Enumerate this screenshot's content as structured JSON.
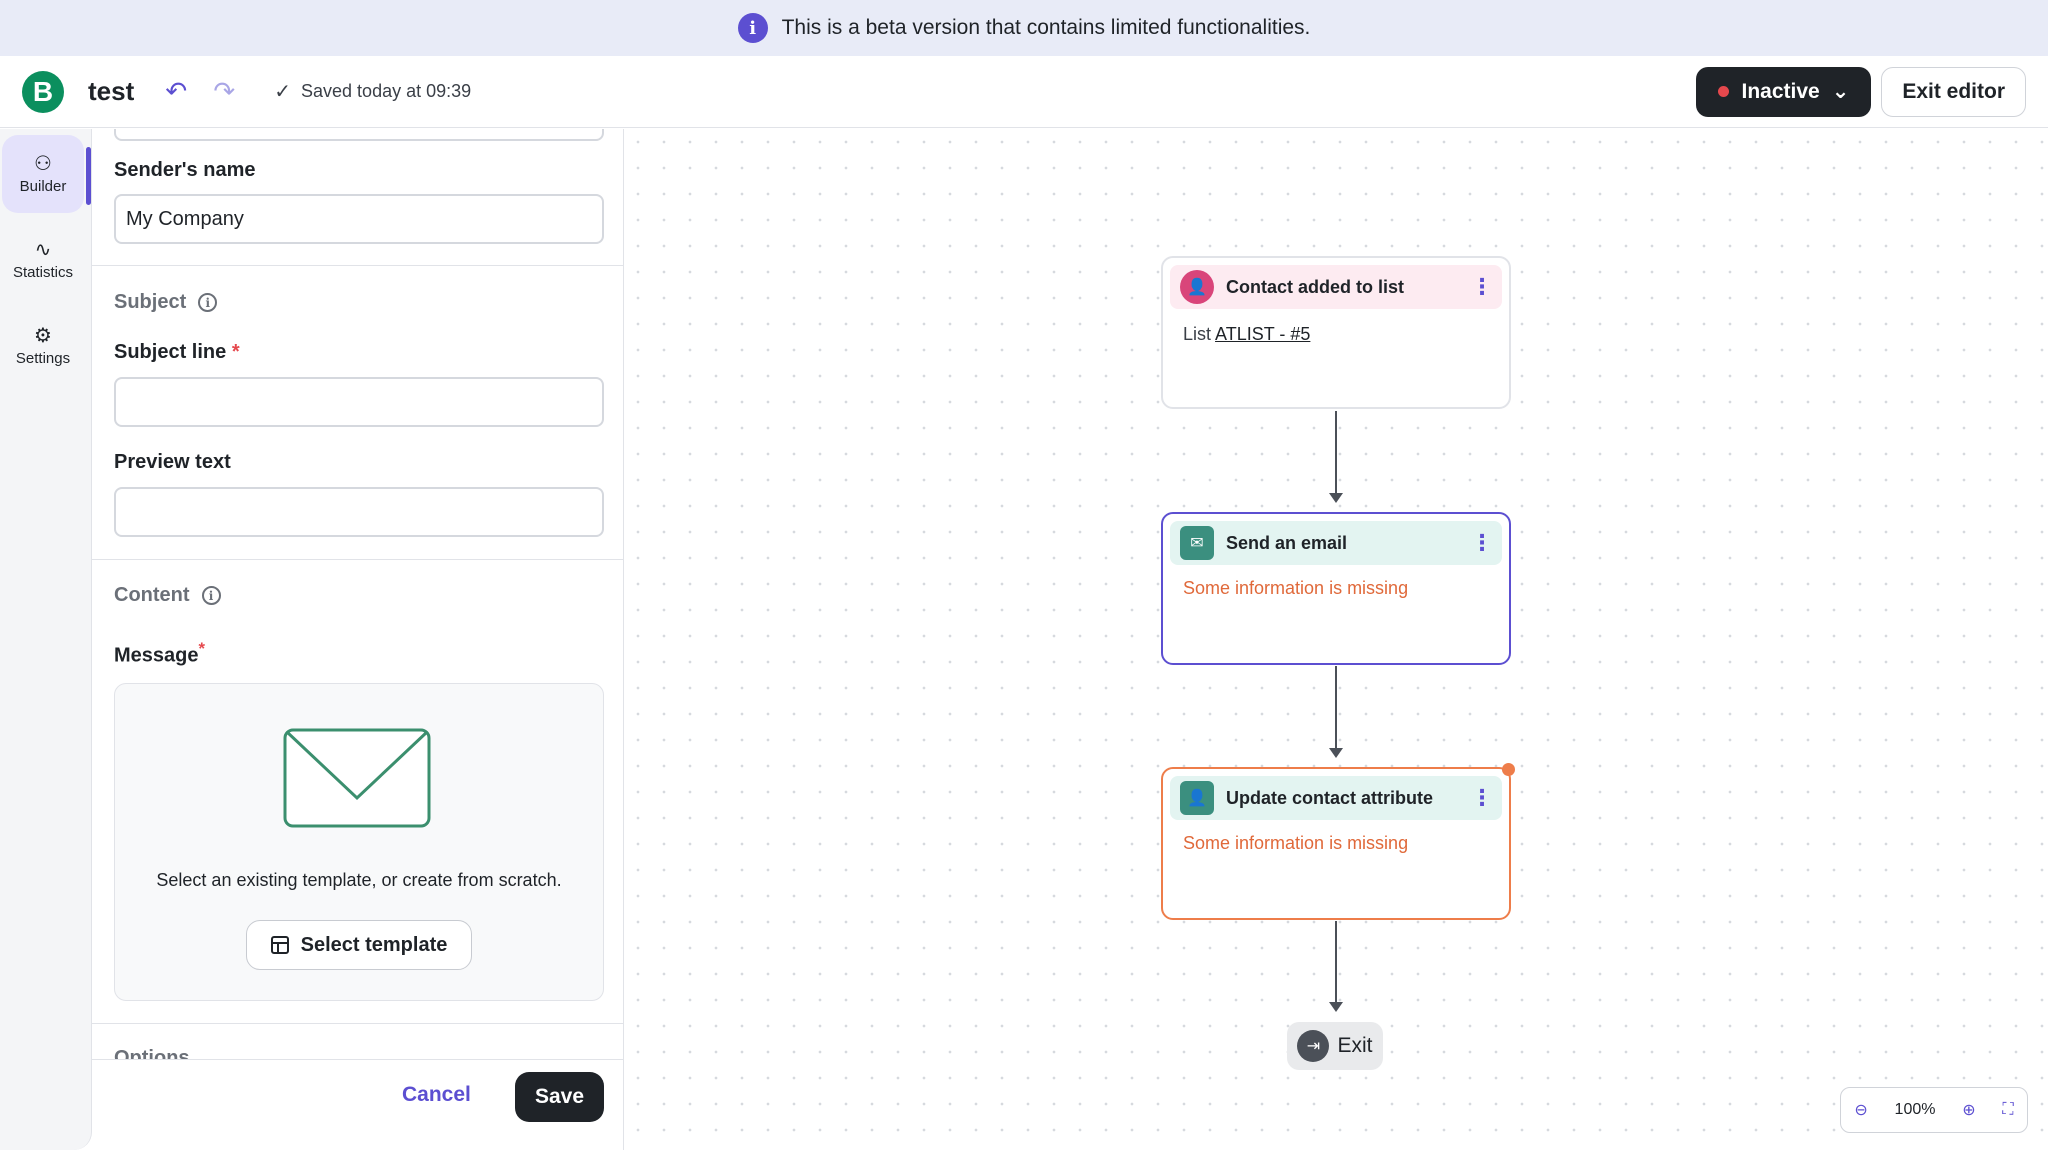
{
  "banner": {
    "text": "This is a beta version that contains limited functionalities."
  },
  "header": {
    "logo": "B",
    "title": "test",
    "saved_text": "Saved today at 09:39",
    "status_label": "Inactive",
    "exit_label": "Exit editor"
  },
  "rail": {
    "items": [
      {
        "label": "Builder",
        "icon": "builder-icon",
        "active": true
      },
      {
        "label": "Statistics",
        "icon": "statistics-icon"
      },
      {
        "label": "Settings",
        "icon": "settings-icon"
      }
    ]
  },
  "form": {
    "sender_name_label": "Sender's name",
    "sender_name_value": "My Company",
    "subject_group": "Subject",
    "subject_line_label": "Subject line",
    "subject_line_value": "",
    "preview_text_label": "Preview text",
    "preview_text_value": "",
    "content_group": "Content",
    "message_label": "Message",
    "message_hint": "Select an existing template, or create from scratch.",
    "select_template_label": "Select template",
    "options_group": "Options",
    "cancel_label": "Cancel",
    "save_label": "Save"
  },
  "workflow": {
    "nodes": [
      {
        "title": "Contact added to list",
        "body_prefix": "List",
        "body_link": "ATLIST - #5",
        "color": "#d9457a",
        "head_bg": "#fdebf1"
      },
      {
        "title": "Send an email",
        "warning": "Some information is missing",
        "color": "#3b8f7f",
        "head_bg": "#e3f4f1"
      },
      {
        "title": "Update contact attribute",
        "warning": "Some information is missing",
        "color": "#3b8f7f",
        "head_bg": "#e3f4f1"
      }
    ],
    "exit_label": "Exit"
  },
  "zoom": {
    "level": "100%"
  },
  "colors": {
    "accent": "#5c4fd1",
    "error": "#ee7d4a",
    "dark": "#1f2328"
  }
}
